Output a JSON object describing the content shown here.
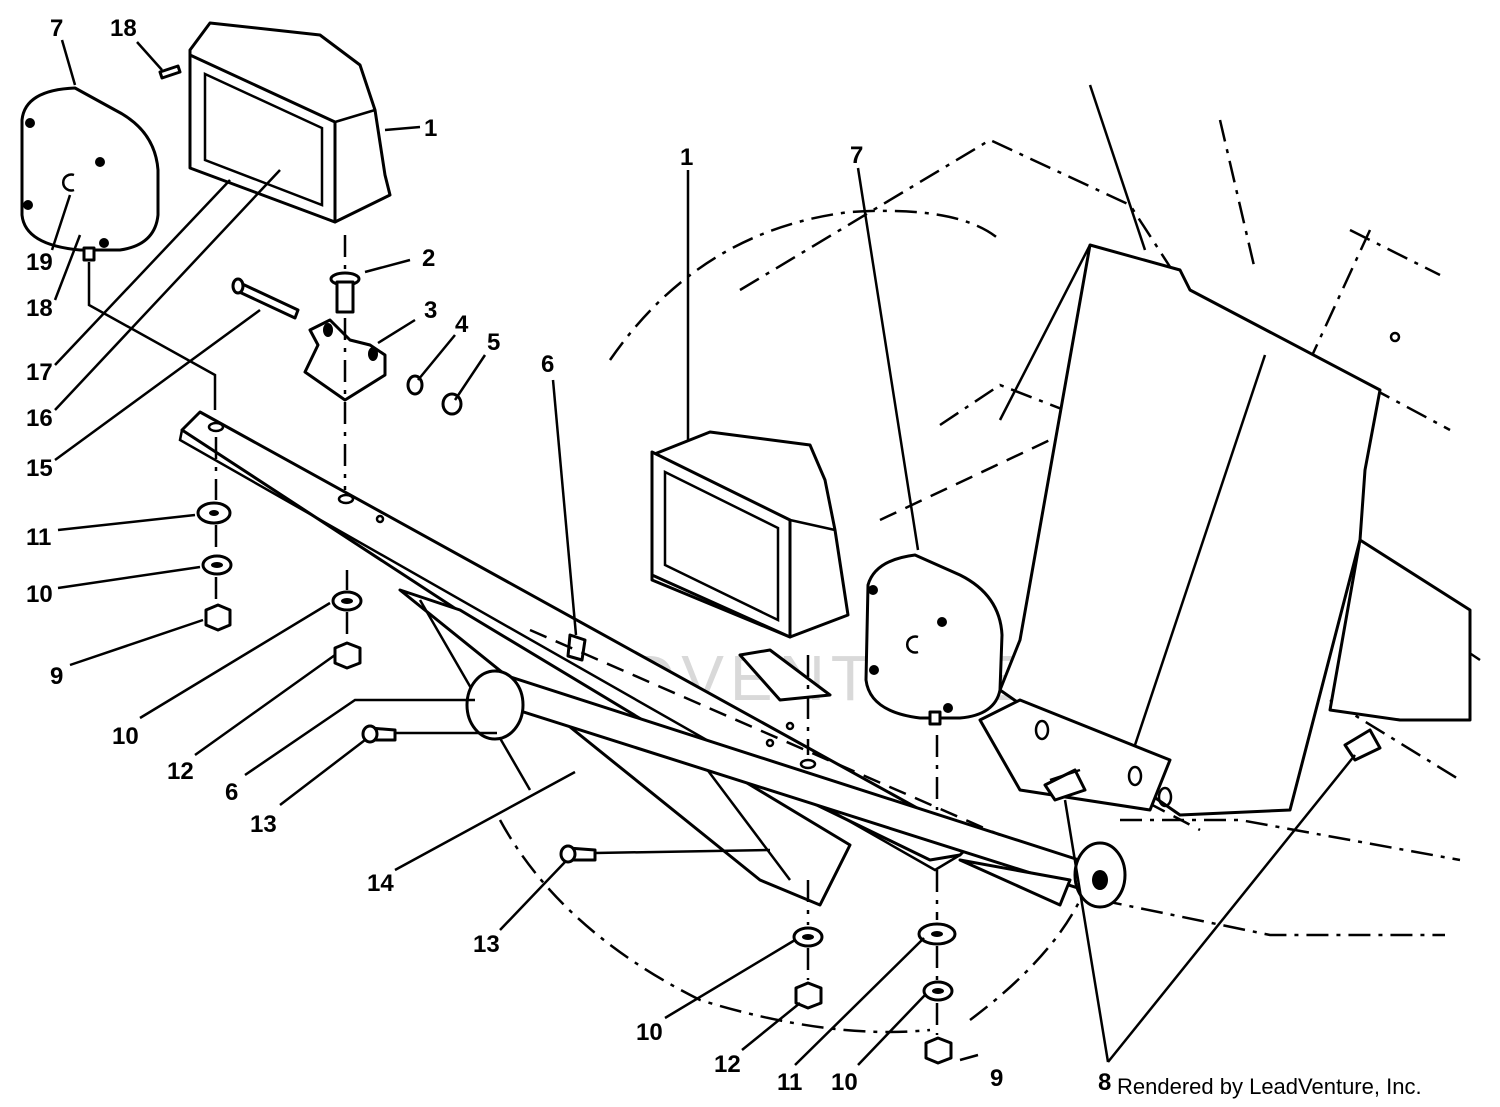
{
  "credit": "Rendered by LeadVenture, Inc.",
  "watermark": "LEADVENTURE",
  "callouts": [
    {
      "id": "c-7a",
      "text": "7"
    },
    {
      "id": "c-18a",
      "text": "18"
    },
    {
      "id": "c-1a",
      "text": "1"
    },
    {
      "id": "c-19",
      "text": "19"
    },
    {
      "id": "c-18b",
      "text": "18"
    },
    {
      "id": "c-2",
      "text": "2"
    },
    {
      "id": "c-3",
      "text": "3"
    },
    {
      "id": "c-4",
      "text": "4"
    },
    {
      "id": "c-5",
      "text": "5"
    },
    {
      "id": "c-17",
      "text": "17"
    },
    {
      "id": "c-16",
      "text": "16"
    },
    {
      "id": "c-15",
      "text": "15"
    },
    {
      "id": "c-1b",
      "text": "1"
    },
    {
      "id": "c-7b",
      "text": "7"
    },
    {
      "id": "c-6a",
      "text": "6"
    },
    {
      "id": "c-11a",
      "text": "11"
    },
    {
      "id": "c-10a",
      "text": "10"
    },
    {
      "id": "c-9a",
      "text": "9"
    },
    {
      "id": "c-10b",
      "text": "10"
    },
    {
      "id": "c-12a",
      "text": "12"
    },
    {
      "id": "c-6b",
      "text": "6"
    },
    {
      "id": "c-13a",
      "text": "13"
    },
    {
      "id": "c-14",
      "text": "14"
    },
    {
      "id": "c-13b",
      "text": "13"
    },
    {
      "id": "c-10c",
      "text": "10"
    },
    {
      "id": "c-12b",
      "text": "12"
    },
    {
      "id": "c-11b",
      "text": "11"
    },
    {
      "id": "c-10d",
      "text": "10"
    },
    {
      "id": "c-9b",
      "text": "9"
    },
    {
      "id": "c-8",
      "text": "8"
    }
  ]
}
